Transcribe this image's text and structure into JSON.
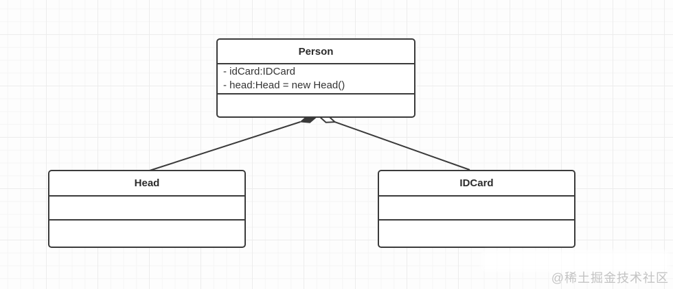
{
  "diagram": {
    "kind": "uml-class-diagram",
    "classes": [
      {
        "id": "person",
        "name": "Person",
        "attributes": [
          "- idCard:IDCard",
          "- head:Head = new Head()"
        ],
        "methods": []
      },
      {
        "id": "head",
        "name": "Head",
        "attributes": [],
        "methods": []
      },
      {
        "id": "idcard",
        "name": "IDCard",
        "attributes": [],
        "methods": []
      }
    ],
    "relationships": [
      {
        "from": "Person",
        "to": "Head",
        "type": "composition",
        "diamond": "filled",
        "diamond_at": "Person"
      },
      {
        "from": "Person",
        "to": "IDCard",
        "type": "aggregation",
        "diamond": "hollow",
        "diamond_at": "Person"
      }
    ]
  },
  "watermark": {
    "text": "@稀土掘金技术社区"
  },
  "colors": {
    "stroke": "#3a3a3a",
    "text": "#333333",
    "background": "#fdfdfd",
    "grid_minor": "#f5f5f5",
    "grid_major": "#ececec",
    "watermark": "#c3c3c3",
    "box_fill": "#ffffff"
  }
}
